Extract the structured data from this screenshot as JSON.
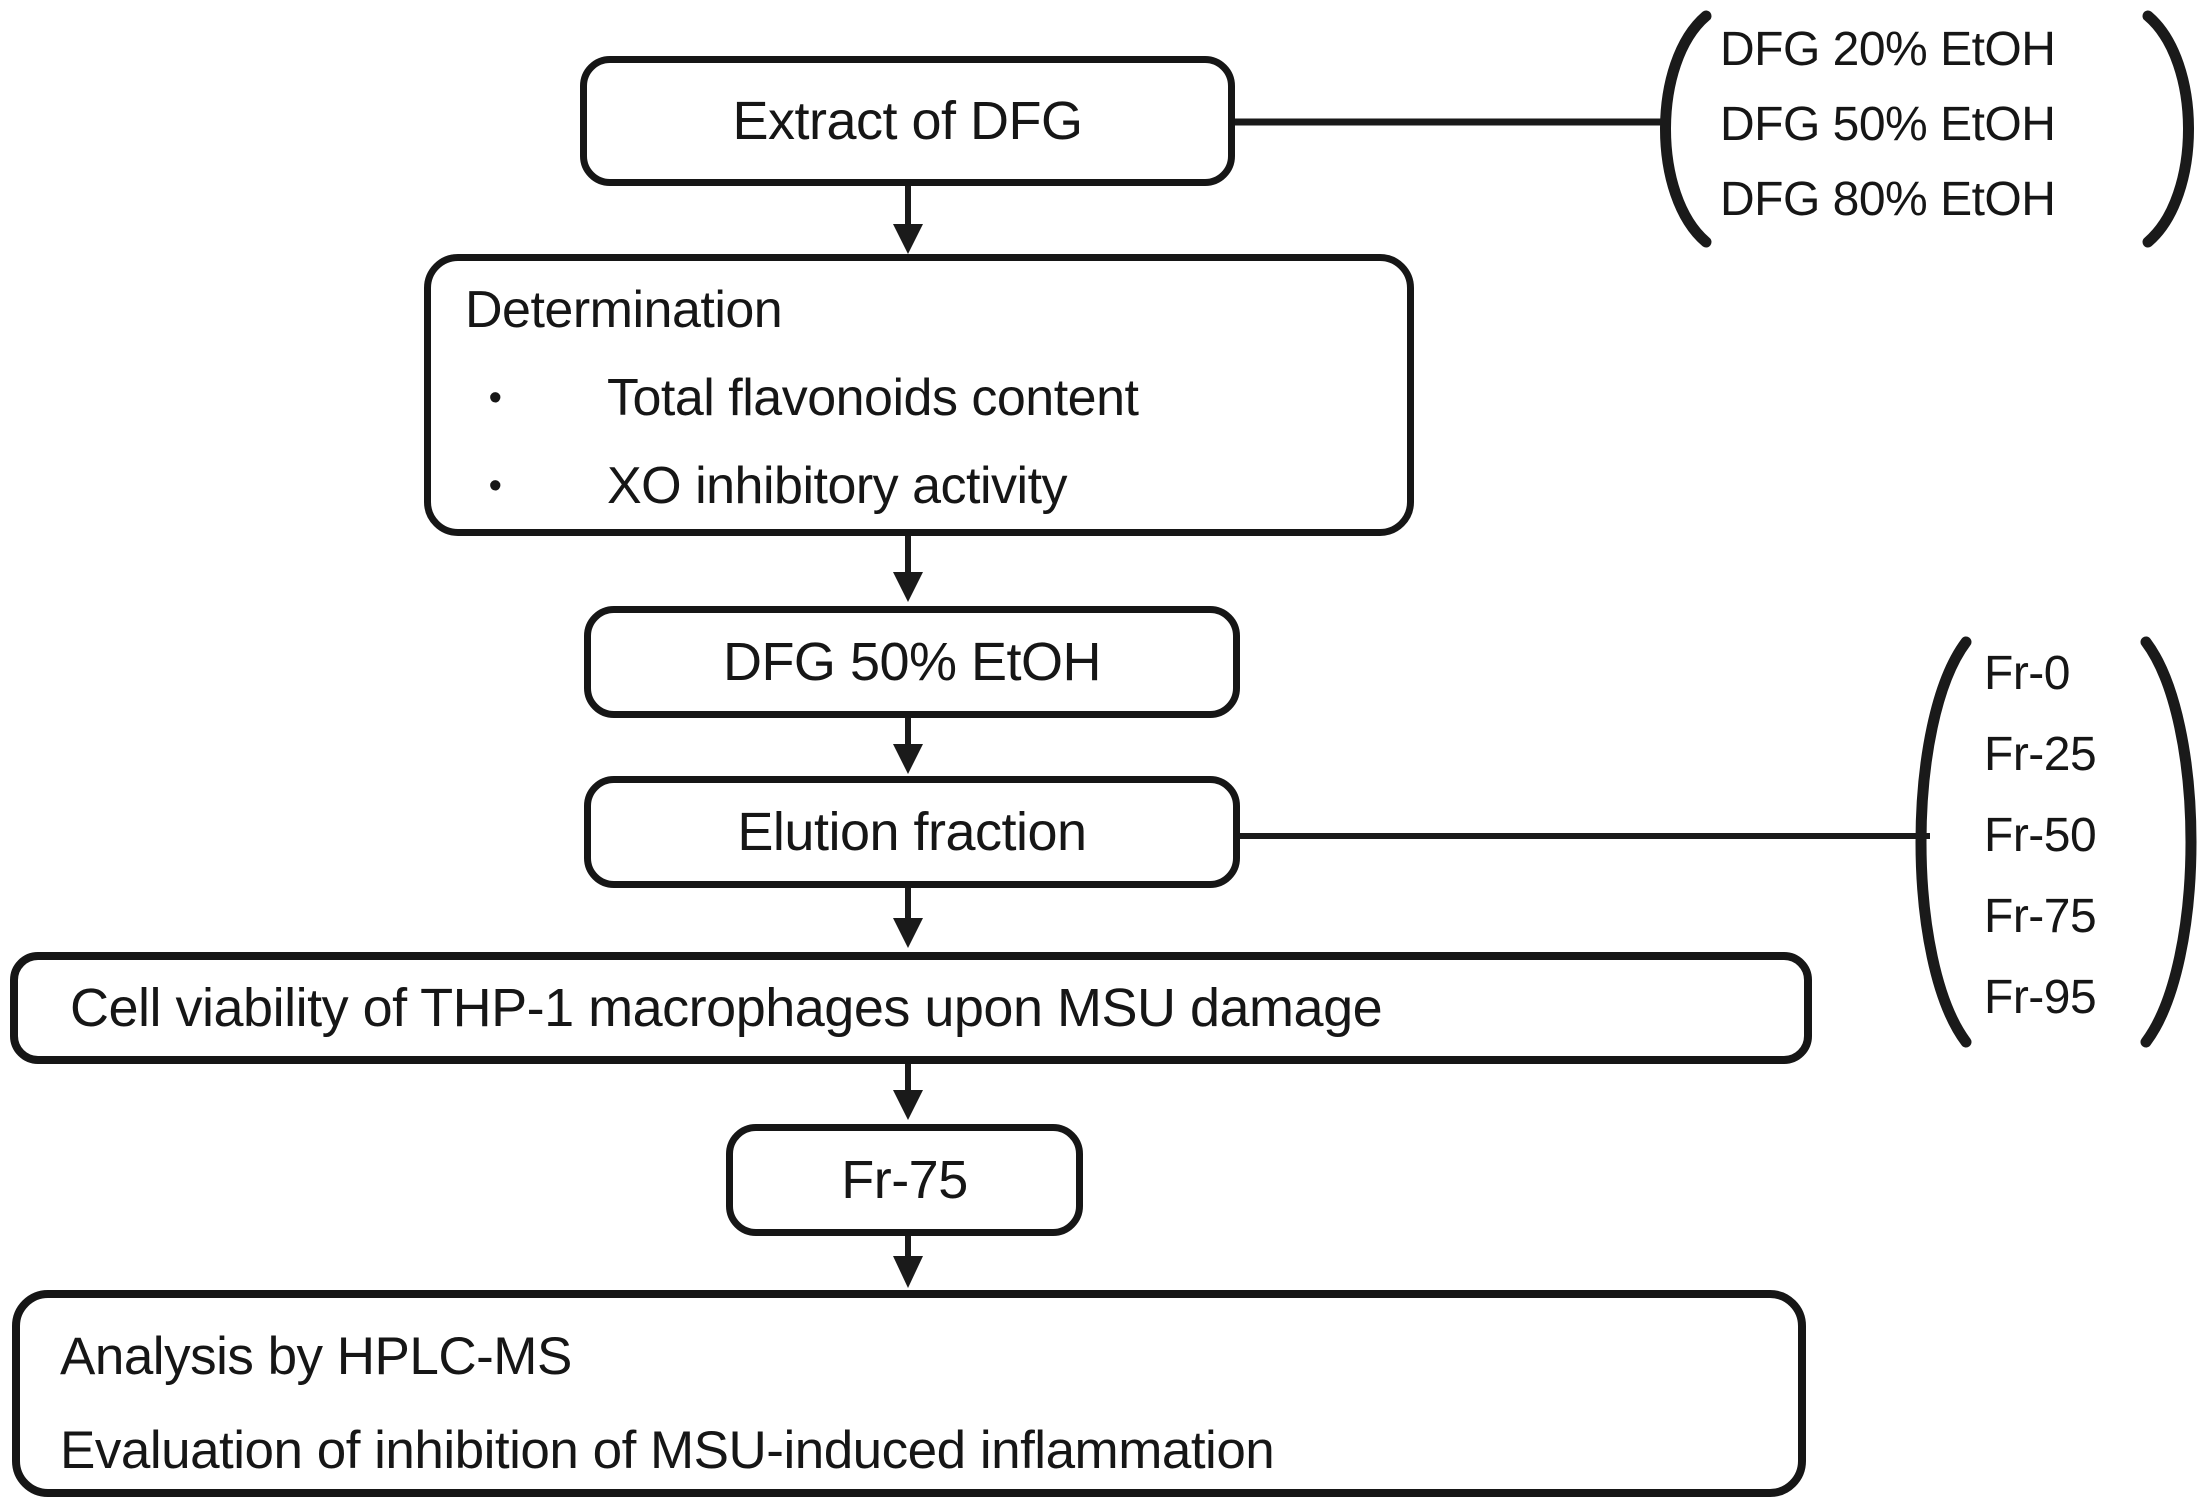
{
  "flowchart": {
    "nodes": {
      "extract": {
        "label": "Extract of DFG"
      },
      "determination": {
        "title": "Determination",
        "bullets": [
          "Total flavonoids content",
          "XO inhibitory activity"
        ]
      },
      "dfg50": {
        "label": "DFG 50% EtOH"
      },
      "elution": {
        "label": "Elution fraction"
      },
      "cell_viability": {
        "label": "Cell viability of THP-1 macrophages upon MSU damage"
      },
      "fr75": {
        "label": "Fr-75"
      },
      "analysis": {
        "lines": [
          "Analysis by HPLC-MS",
          "Evaluation of inhibition of MSU-induced inflammation"
        ]
      }
    },
    "brackets": {
      "extract_variants": {
        "items": [
          "DFG 20% EtOH",
          "DFG 50% EtOH",
          "DFG 80% EtOH"
        ]
      },
      "elution_fractions": {
        "items": [
          "Fr-0",
          "Fr-25",
          "Fr-50",
          "Fr-75",
          "Fr-95"
        ]
      }
    },
    "bullet_glyph": "•",
    "colors": {
      "stroke": "#1a1a1a",
      "background": "#ffffff"
    }
  }
}
